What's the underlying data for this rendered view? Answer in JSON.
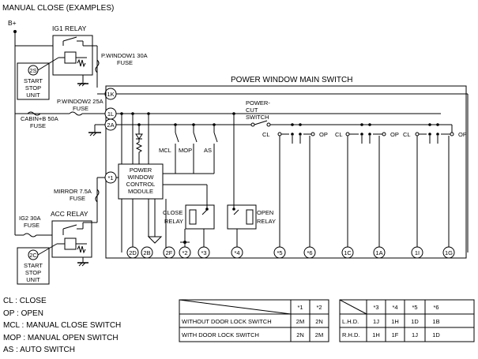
{
  "header": {
    "title": "MANUAL CLOSE (EXAMPLES)",
    "battery": "B+"
  },
  "components": {
    "ig1_relay": "IG1 RELAY",
    "acc_relay": "ACC RELAY",
    "start_stop_unit_lines": [
      "START",
      "STOP",
      "UNIT"
    ],
    "pw_main_switch": "POWER WINDOW MAIN SWITCH",
    "pw_control_module_lines": [
      "POWER",
      "WINDOW",
      "CONTROL",
      "MODULE"
    ],
    "power_cut_switch_lines": [
      "POWER-",
      "CUT",
      "SWITCH"
    ],
    "close_relay_lines": [
      "CLOSE",
      "RELAY"
    ],
    "open_relay_lines": [
      "OPEN",
      "RELAY"
    ],
    "mcl": "MCL",
    "mop": "MOP",
    "as": "AS",
    "cl": "CL",
    "op": "OP"
  },
  "fuses": {
    "pwindow1": [
      "P.WINDOW1 30A",
      "FUSE"
    ],
    "pwindow2": [
      "P.WINDOW2 25A",
      "FUSE"
    ],
    "cabin": [
      "CABIN+B 50A",
      "FUSE"
    ],
    "mirror": [
      "MIRROR 7.5A",
      "FUSE"
    ],
    "ig2": [
      "IG2 30A",
      "FUSE"
    ]
  },
  "connectors": {
    "unit_ig1": "2S",
    "unit_acc": "2C",
    "c1k": "1K",
    "c1l": "1L",
    "c2a": "2A",
    "c1": "*1",
    "bottom": [
      "2D",
      "2B",
      "2F",
      "*2",
      "*3",
      "*4",
      "*5",
      "*6",
      "1C",
      "1A",
      "1I",
      "1G"
    ]
  },
  "legend": [
    "CL : CLOSE",
    "OP : OPEN",
    "MCL : MANUAL CLOSE SWITCH",
    "MOP : MANUAL OPEN SWITCH",
    "AS : AUTO SWITCH"
  ],
  "table1": {
    "headers": [
      "*1",
      "*2"
    ],
    "rows": [
      {
        "label": "WITHOUT DOOR LOCK SWITCH",
        "values": [
          "2M",
          "2N"
        ]
      },
      {
        "label": "WITH DOOR LOCK SWITCH",
        "values": [
          "2N",
          "2M"
        ]
      }
    ]
  },
  "table2": {
    "headers": [
      "*3",
      "*4",
      "*5",
      "*6"
    ],
    "rows": [
      {
        "label": "L.H.D.",
        "values": [
          "1J",
          "1H",
          "1D",
          "1B"
        ]
      },
      {
        "label": "R.H.D.",
        "values": [
          "1H",
          "1F",
          "1J",
          "1D"
        ]
      }
    ]
  }
}
